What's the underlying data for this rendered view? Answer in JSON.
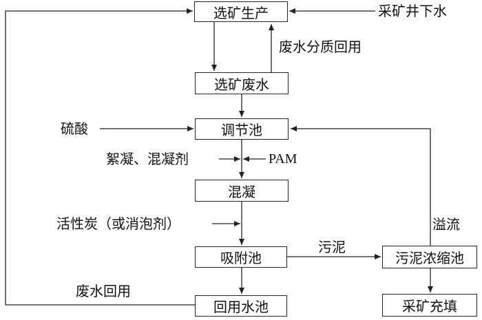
{
  "nodes": {
    "beneficiation_production": "选矿生产",
    "beneficiation_wastewater": "选矿废水",
    "regulating_tank": "调节池",
    "coagulation": "混凝",
    "adsorption_tank": "吸附池",
    "reuse_tank": "回用水池",
    "sludge_thickener": "污泥浓缩池",
    "mining_backfill": "采矿充填"
  },
  "labels": {
    "underground_mining": "采矿井下水",
    "wastewater_quality_reuse": "废水分质回用",
    "sulfuric_acid": "硫酸",
    "flocculant_coagulant": "絮凝、混凝剂",
    "pam": "PAM",
    "activated_carbon": "活性炭（或消泡剂）",
    "sludge": "污泥",
    "overflow": "溢流",
    "wastewater_reuse": "废水回用"
  },
  "colors": {
    "line": "#222222",
    "text": "#111111",
    "background": "#ffffff"
  }
}
